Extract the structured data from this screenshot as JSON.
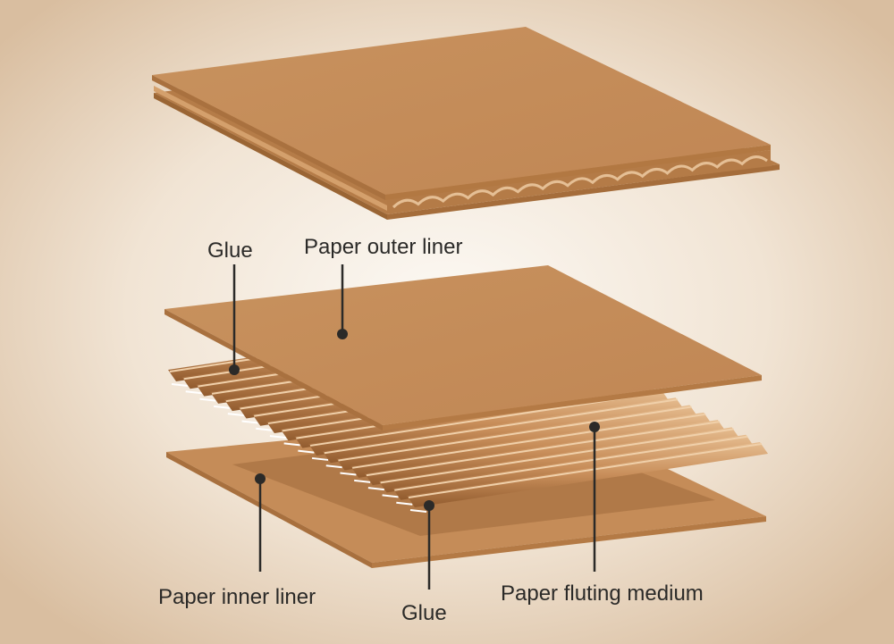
{
  "labels": {
    "glue_top": "Glue",
    "outer_liner": "Paper outer liner",
    "inner_liner": "Paper inner liner",
    "glue_bottom": "Glue",
    "fluting_medium": "Paper fluting medium"
  },
  "colors": {
    "background_center": "#fbf7f1",
    "background_edge": "#dcc2a4",
    "board_face": "#c68f5b",
    "board_edge": "#a9713f",
    "flute_light": "#e2b688",
    "flute_dark": "#8e5a2e",
    "glue": "#ffffff",
    "callout_line": "#2b2a28"
  }
}
